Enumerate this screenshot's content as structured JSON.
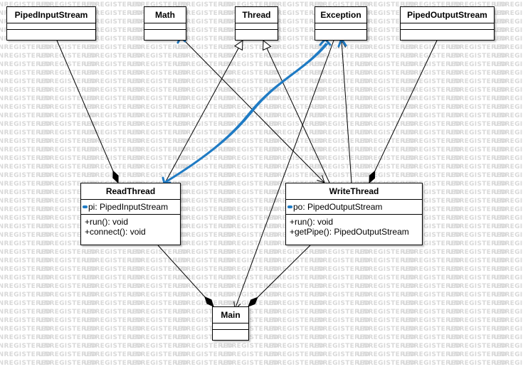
{
  "watermark": {
    "text": "UNREGISTERED"
  },
  "classes": {
    "piped_input_stream": {
      "name": "PipedInputStream"
    },
    "math": {
      "name": "Math"
    },
    "thread": {
      "name": "Thread"
    },
    "exception": {
      "name": "Exception"
    },
    "piped_output_stream": {
      "name": "PipedOutputStream"
    },
    "read_thread": {
      "name": "ReadThread",
      "attributes": [
        "pi: PipedInputStream"
      ],
      "operations": [
        "+run(): void",
        "+connect(): void"
      ]
    },
    "write_thread": {
      "name": "WriteThread",
      "attributes": [
        "po: PipedOutputStream"
      ],
      "operations": [
        "+run(): void",
        "+getPipe(): PipedOutputStream"
      ]
    },
    "main": {
      "name": "Main"
    }
  },
  "colors": {
    "line": "#000000",
    "highlight": "#1f7bc4",
    "watermark": "#d8d8d8"
  }
}
